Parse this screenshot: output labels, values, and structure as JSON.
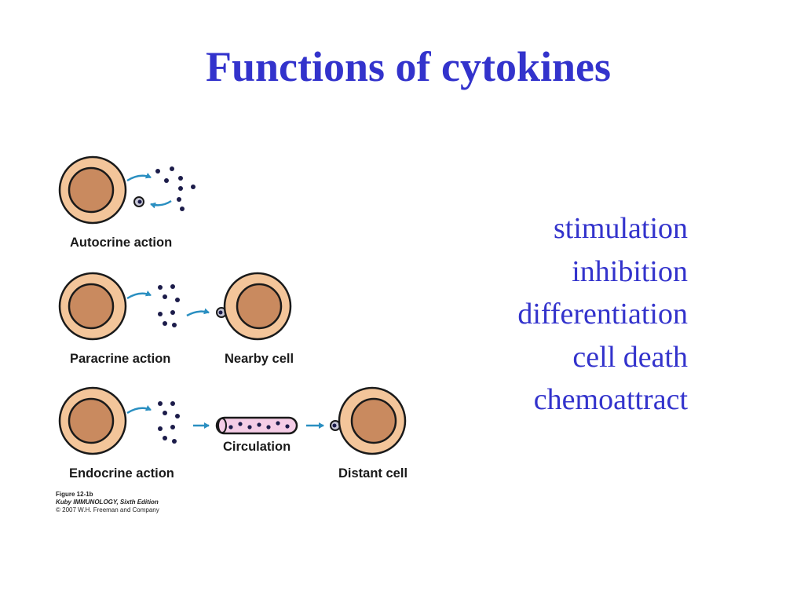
{
  "title": "Functions of cytokines",
  "functions": [
    "stimulation",
    "inhibition",
    "differentiation",
    "cell death",
    "chemoattract"
  ],
  "figure": {
    "autocrine_label": "Autocrine action",
    "paracrine_label": "Paracrine action",
    "nearby_label": "Nearby cell",
    "circulation_label": "Circulation",
    "endocrine_label": "Endocrine action",
    "distant_label": "Distant cell"
  },
  "caption": {
    "figure": "Figure 12-1b",
    "book": "Kuby IMMUNOLOGY, Sixth Edition",
    "copyright": "© 2007 W.H. Freeman and Company"
  },
  "colors": {
    "title": "#3333cc",
    "cell_outer": "#f3c59a",
    "cell_nucleus": "#c98a5f",
    "arrow": "#2a8fc1",
    "cytokine_dot": "#1c1c4a",
    "vessel": "#f5cde6"
  }
}
